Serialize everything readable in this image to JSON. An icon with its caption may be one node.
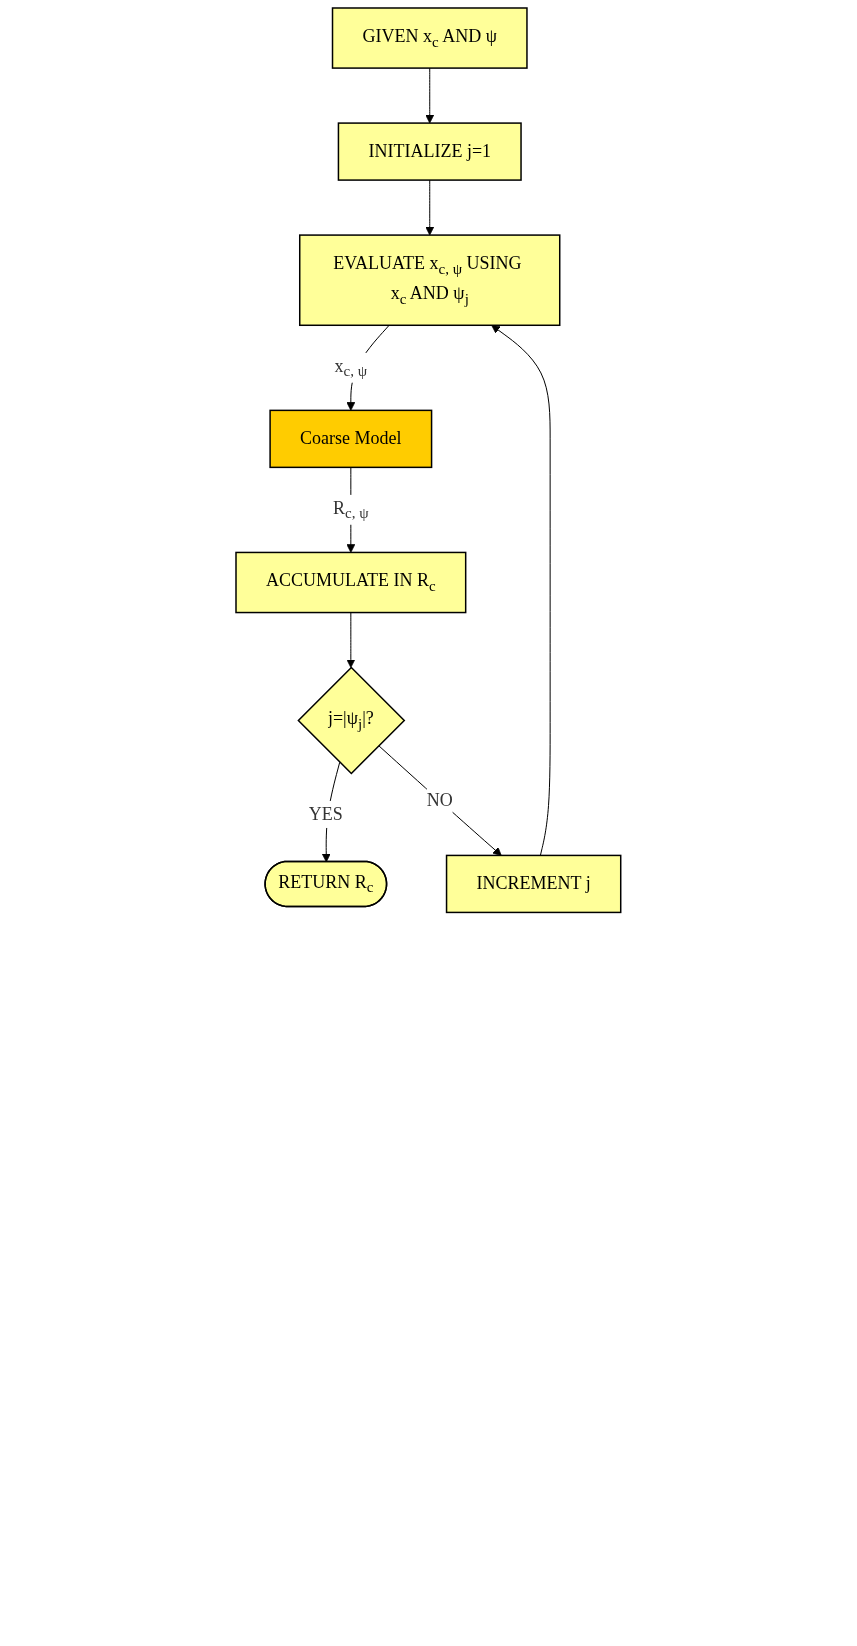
{
  "diagram": {
    "nodes": [
      {
        "text": [
          "GIVEN x$_{c}$ AND ψ"
        ]
      },
      {
        "text": [
          "INITIALIZE j=1"
        ]
      },
      {
        "text": [
          "EVALUATE x$_{c, ψ}$ USING x$_{c}$ AND ψ$_{j}$"
        ]
      },
      {
        "text": [
          "Coarse Model"
        ]
      },
      {
        "text": [
          "ACCUMULATE IN R$_{c}$"
        ]
      },
      {
        "text": [
          "j=|ψ$_{j}$|?"
        ]
      },
      {
        "text": [
          "RETURN R$_{c}$"
        ]
      },
      {
        "text": [
          "INCREMENT j"
        ]
      }
    ],
    "edges": [
      {
        "from": 0,
        "to": 1,
        "arrow": "to"
      },
      {
        "from": 1,
        "to": 2,
        "arrow": "to"
      },
      {
        "from": 2,
        "to": 3,
        "arrow": "to",
        "label": "x$_{c, ψ}$"
      },
      {
        "from": 3,
        "to": 4,
        "arrow": "to",
        "label": "R$_{c, ψ}$"
      },
      {
        "from": 4,
        "to": 5,
        "arrow": "to"
      },
      {
        "from": 5,
        "to": 6,
        "arrow": "to",
        "label": "YES"
      },
      {
        "from": 5,
        "to": 7,
        "arrow": "to",
        "label": "NO"
      },
      {
        "from": 7,
        "to": 2,
        "arrow": "to"
      }
    ]
  }
}
